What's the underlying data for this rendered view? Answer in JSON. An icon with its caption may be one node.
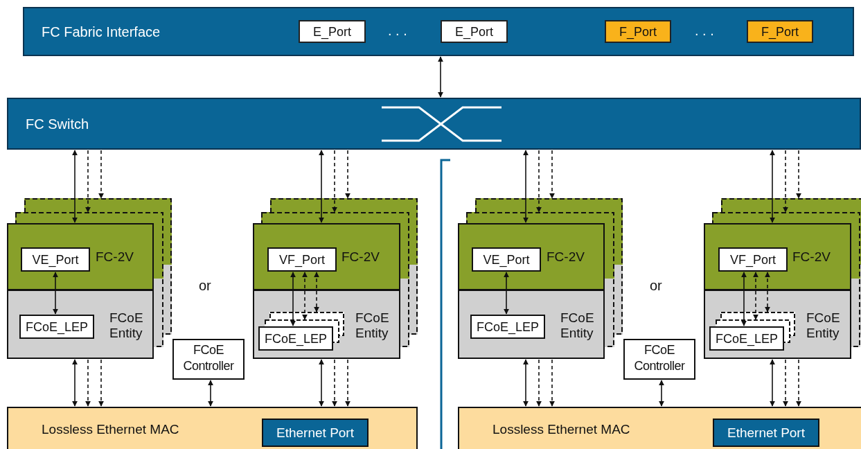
{
  "diagram": {
    "nodes": [
      {
        "text": [
          "FC Fabric Interface"
        ]
      },
      {
        "text": [
          "E_Port"
        ],
        "in": 0
      },
      {
        "text": [
          "E_Port"
        ],
        "in": 0
      },
      {
        "text": [
          "F_Port"
        ],
        "in": 0
      },
      {
        "text": [
          "F_Port"
        ],
        "in": 0
      },
      {
        "text": [
          "FC Switch"
        ]
      },
      {
        "text": [
          "FC-2V"
        ]
      },
      {
        "text": [
          "VE_Port"
        ],
        "in": 6
      },
      {
        "text": [
          "FCoE Entity"
        ]
      },
      {
        "text": [
          "FCoE_LEP"
        ],
        "in": 8
      },
      {
        "text": [
          "FC-2V"
        ]
      },
      {
        "text": [
          "VF_Port"
        ],
        "in": 10
      },
      {
        "text": [
          "FCoE Entity"
        ]
      },
      {
        "text": [
          "FCoE_LEP"
        ],
        "in": 12
      },
      {
        "text": [
          "FCoE Controller"
        ]
      },
      {
        "text": [
          "Lossless Ethernet MAC"
        ]
      },
      {
        "text": [
          "Ethernet Port"
        ],
        "in": 15
      },
      {
        "text": [
          "FC-2V"
        ]
      },
      {
        "text": [
          "VE_Port"
        ],
        "in": 17
      },
      {
        "text": [
          "FCoE Entity"
        ]
      },
      {
        "text": [
          "FCoE_LEP"
        ],
        "in": 19
      },
      {
        "text": [
          "FC-2V"
        ]
      },
      {
        "text": [
          "VF_Port"
        ],
        "in": 21
      },
      {
        "text": [
          "FCoE Entity"
        ]
      },
      {
        "text": [
          "FCoE_LEP"
        ],
        "in": 23
      },
      {
        "text": [
          "FCoE Controller"
        ]
      },
      {
        "text": [
          "Lossless Ethernet MAC"
        ]
      },
      {
        "text": [
          "Ethernet Port"
        ],
        "in": 26
      }
    ],
    "edges": [
      {
        "from": 0,
        "to": 5,
        "arrow": "both"
      },
      {
        "from": 5,
        "to": 6,
        "arrow": "both"
      },
      {
        "from": 5,
        "to": 6,
        "arrow": "to",
        "style": "dashed"
      },
      {
        "from": 5,
        "to": 6,
        "arrow": "to",
        "style": "dashed"
      },
      {
        "from": 7,
        "to": 9,
        "arrow": "both"
      },
      {
        "from": 8,
        "to": 15,
        "arrow": "both"
      },
      {
        "from": 8,
        "to": 15,
        "arrow": "to",
        "style": "dashed"
      },
      {
        "from": 8,
        "to": 15,
        "arrow": "to",
        "style": "dashed"
      },
      {
        "from": 5,
        "to": 10,
        "arrow": "both"
      },
      {
        "from": 5,
        "to": 10,
        "arrow": "to",
        "style": "dashed"
      },
      {
        "from": 5,
        "to": 10,
        "arrow": "to",
        "style": "dashed"
      },
      {
        "from": 11,
        "to": 13,
        "arrow": "both"
      },
      {
        "from": 11,
        "to": 13,
        "arrow": "both",
        "style": "dashed"
      },
      {
        "from": 11,
        "to": 13,
        "arrow": "both",
        "style": "dashed"
      },
      {
        "from": 12,
        "to": 15,
        "arrow": "both"
      },
      {
        "from": 12,
        "to": 15,
        "arrow": "to",
        "style": "dashed"
      },
      {
        "from": 12,
        "to": 15,
        "arrow": "to",
        "style": "dashed"
      },
      {
        "from": 14,
        "to": 15,
        "arrow": "both"
      },
      {
        "from": 5,
        "to": 17,
        "arrow": "both"
      },
      {
        "from": 5,
        "to": 17,
        "arrow": "to",
        "style": "dashed"
      },
      {
        "from": 5,
        "to": 17,
        "arrow": "to",
        "style": "dashed"
      },
      {
        "from": 18,
        "to": 20,
        "arrow": "both"
      },
      {
        "from": 19,
        "to": 26,
        "arrow": "both"
      },
      {
        "from": 19,
        "to": 26,
        "arrow": "to",
        "style": "dashed"
      },
      {
        "from": 19,
        "to": 26,
        "arrow": "to",
        "style": "dashed"
      },
      {
        "from": 5,
        "to": 21,
        "arrow": "both"
      },
      {
        "from": 5,
        "to": 21,
        "arrow": "to",
        "style": "dashed"
      },
      {
        "from": 5,
        "to": 21,
        "arrow": "to",
        "style": "dashed"
      },
      {
        "from": 22,
        "to": 24,
        "arrow": "both"
      },
      {
        "from": 22,
        "to": 24,
        "arrow": "both",
        "style": "dashed"
      },
      {
        "from": 22,
        "to": 24,
        "arrow": "both",
        "style": "dashed"
      },
      {
        "from": 23,
        "to": 26,
        "arrow": "both"
      },
      {
        "from": 23,
        "to": 26,
        "arrow": "to",
        "style": "dashed"
      },
      {
        "from": 23,
        "to": 26,
        "arrow": "to",
        "style": "dashed"
      },
      {
        "from": 25,
        "to": 26,
        "arrow": "both"
      }
    ],
    "labels": [
      ". . .",
      ". . .",
      "or",
      "or"
    ]
  }
}
